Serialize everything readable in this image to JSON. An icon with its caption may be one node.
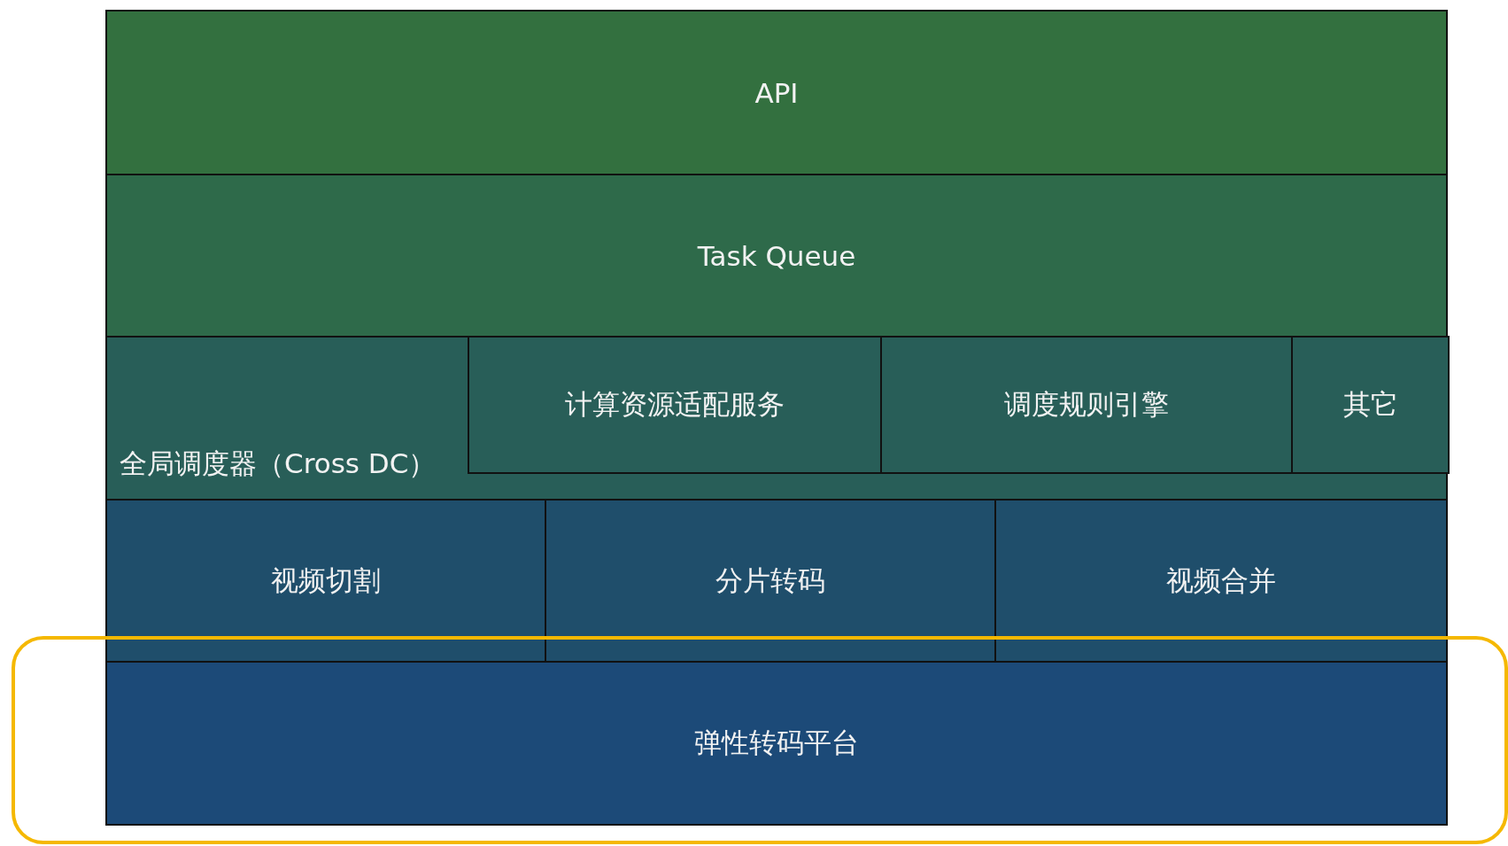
{
  "diagram": {
    "nodes": [
      {
        "text": [
          "API"
        ]
      },
      {
        "text": [
          "Task Queue"
        ]
      },
      {
        "text": [
          "全局调度器（Cross DC）"
        ]
      },
      {
        "text": [
          "计算资源适配服务"
        ],
        "in": 2
      },
      {
        "text": [
          "调度规则引擎"
        ],
        "in": 2
      },
      {
        "text": [
          "其它"
        ],
        "in": 2
      },
      {
        "text": [
          "视频切割"
        ]
      },
      {
        "text": [
          "分片转码"
        ]
      },
      {
        "text": [
          "视频合并"
        ]
      },
      {
        "text": [
          "弹性转码平台"
        ]
      }
    ]
  }
}
